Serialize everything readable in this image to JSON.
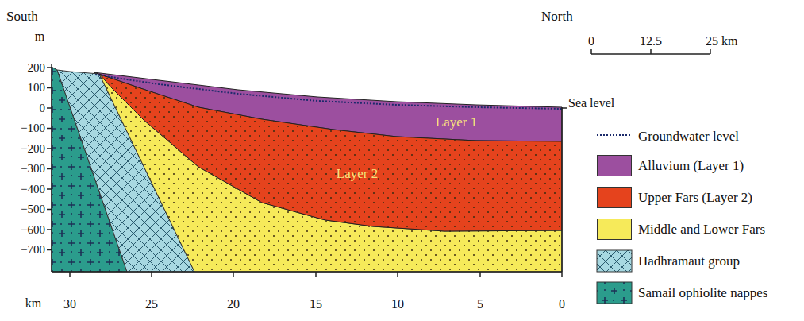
{
  "diagram": {
    "nodes": [
      {
        "text": [
          "Layer 1"
        ]
      },
      {
        "text": [
          "Layer 2"
        ]
      }
    ],
    "labels": [
      "South",
      "North",
      "m",
      "200",
      "100",
      "0",
      "−100",
      "−200",
      "−300",
      "−400",
      "−500",
      "−600",
      "−700",
      "km",
      "30",
      "25",
      "20",
      "15",
      "10",
      "5",
      "0",
      "0",
      "12.5",
      "25 km",
      "Sea level"
    ],
    "legend": [
      {
        "text": "Groundwater level"
      },
      {
        "text": "Alluvium (Layer 1)",
        "color": "#9c4f9f"
      },
      {
        "text": "Upper Fars (Layer 2)",
        "color": "#e5431d"
      },
      {
        "text": "Middle and Lower Fars",
        "color": "#f6ea5a"
      },
      {
        "text": "Hadhramaut group"
      },
      {
        "text": "Samail ophiolite nappes"
      }
    ]
  }
}
